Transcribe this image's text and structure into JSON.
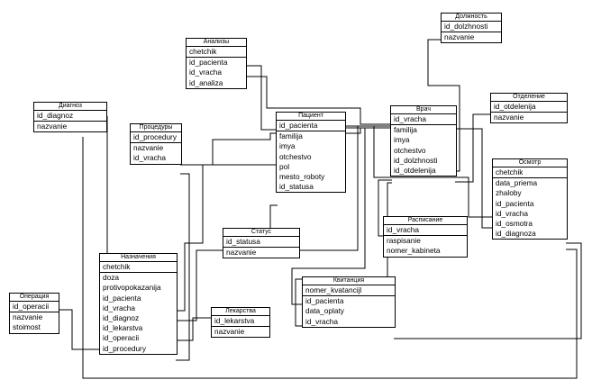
{
  "diagram": {
    "tables": [
      {
        "id": "diagnoz",
        "title": "Диагноз",
        "fields": [
          "id_diagnoz",
          "nazvanie"
        ]
      },
      {
        "id": "analizy",
        "title": "Анализы",
        "fields": [
          "chetchik",
          "id_pacienta",
          "id_vracha",
          "id_analiza"
        ]
      },
      {
        "id": "procedury",
        "title": "Процедуры",
        "fields": [
          "id_procedury",
          "nazvanie",
          "id_vracha"
        ]
      },
      {
        "id": "pacient",
        "title": "Пациент",
        "fields": [
          "id_pacienta",
          "familija",
          "imya",
          "otchestvo",
          "pol",
          "mesto_roboty",
          "id_statusa"
        ]
      },
      {
        "id": "vrach",
        "title": "Врач",
        "fields": [
          "id_vracha",
          "familija",
          "imya",
          "otchestvo",
          "id_dolzhnosti",
          "id_otdelenija"
        ]
      },
      {
        "id": "dolzhnost",
        "title": "Должность",
        "fields": [
          "id_dolzhnosti",
          "nazvanie"
        ]
      },
      {
        "id": "otdelenie",
        "title": "Отделение",
        "fields": [
          "id_otdelenija",
          "nazvanie"
        ]
      },
      {
        "id": "osmotr",
        "title": "Осмотр",
        "fields": [
          "chetchik",
          "data_priema",
          "zhaloby",
          "id_pacienta",
          "id_vracha",
          "id_osmotra",
          "id_diagnoza"
        ]
      },
      {
        "id": "raspisanie",
        "title": "Расписание",
        "fields": [
          "id_vracha",
          "raspisanie",
          "nomer_kabineta"
        ]
      },
      {
        "id": "status",
        "title": "Статус",
        "fields": [
          "id_statusa",
          "nazvanie"
        ]
      },
      {
        "id": "naznachenija",
        "title": "Назначения",
        "fields": [
          "chetchik",
          "doza",
          "protivopokazanija",
          "id_pacienta",
          "id_vracha",
          "id_diagnoz",
          "id_lekarstva",
          "id_operacii",
          "id_procedury"
        ]
      },
      {
        "id": "kvitancija",
        "title": "Квитанция",
        "fields": [
          "nomer_kvatancijl",
          "id_pacienta",
          "data_oplaty",
          "id_vracha"
        ]
      },
      {
        "id": "operacija",
        "title": "Операция",
        "fields": [
          "id_operacii",
          "nazvanie",
          "stoimost"
        ]
      },
      {
        "id": "lekarstva",
        "title": "Лекарства",
        "fields": [
          "id_lekarstva",
          "nazvanie"
        ]
      }
    ]
  }
}
